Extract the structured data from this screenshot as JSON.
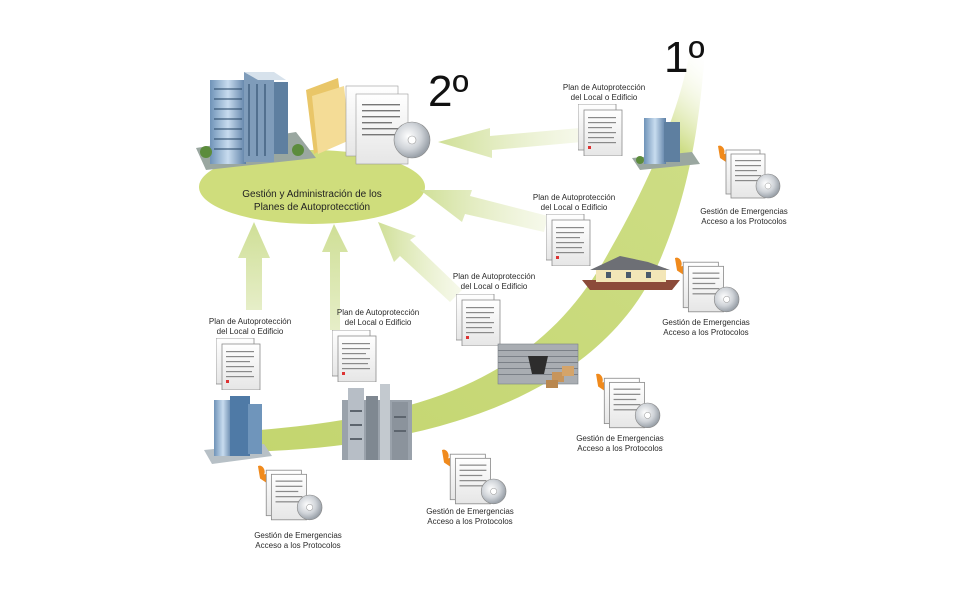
{
  "step_first": "1º",
  "step_second": "2º",
  "central": {
    "line1": "Gestión y Administración de los",
    "line2": "Planes de Autoprotecctión"
  },
  "plan_label": {
    "line1": "Plan de Autoprotección",
    "line2": "del Local o Edificio"
  },
  "emergency_label": {
    "line1": "Gestión de Emergencias",
    "line2": "Acceso a los Protocolos"
  },
  "colors": {
    "arc": "#c9da7e",
    "ellipse": "#cfdd7c",
    "arrow": "#dbe7b2",
    "flame": "#f08a1c"
  },
  "icons": [
    "office-tower-icon",
    "folder-icon",
    "document-stack-icon",
    "cd-disc-icon",
    "house-icon",
    "warehouse-icon",
    "factory-icon",
    "flame-icon"
  ]
}
